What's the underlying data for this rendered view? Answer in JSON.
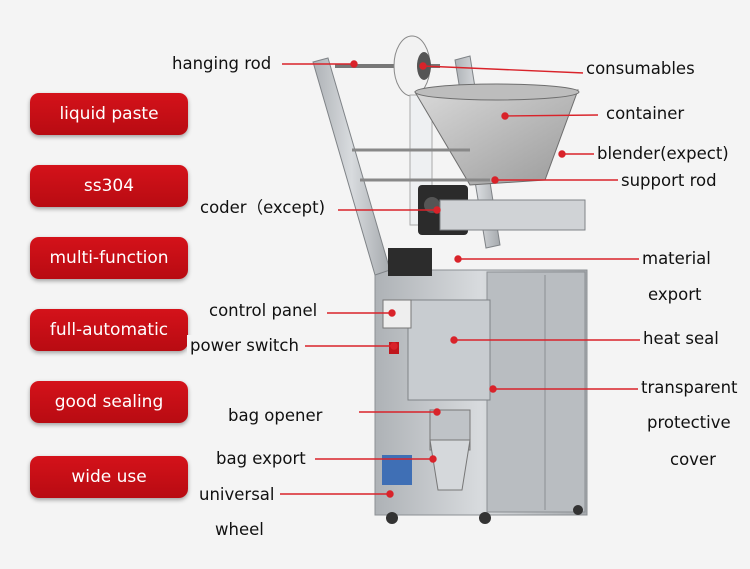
{
  "features": [
    {
      "label": "liquid paste"
    },
    {
      "label": "ss304"
    },
    {
      "label": "multi-function"
    },
    {
      "label": "full-automatic"
    },
    {
      "label": "good sealing"
    },
    {
      "label": "wide use"
    }
  ],
  "callouts": {
    "hanging_rod": "hanging rod",
    "consumables": "consumables",
    "container": "container",
    "blender": "blender(expect)",
    "support_rod": "support rod",
    "coder": "coder（except)",
    "material_line1": "material",
    "material_line2": "export",
    "control_panel": "control panel",
    "heat_seal": "heat seal",
    "power_switch": "power switch",
    "transparent_line1": "transparent",
    "transparent_line2": "protective",
    "transparent_line3": "cover",
    "bag_opener": "bag opener",
    "bag_export": "bag export",
    "universal_line1": "universal",
    "universal_line2": "wheel"
  },
  "colors": {
    "badge": "#c80f16",
    "leader_line": "#d9232a",
    "steel": "#c9cccf"
  }
}
